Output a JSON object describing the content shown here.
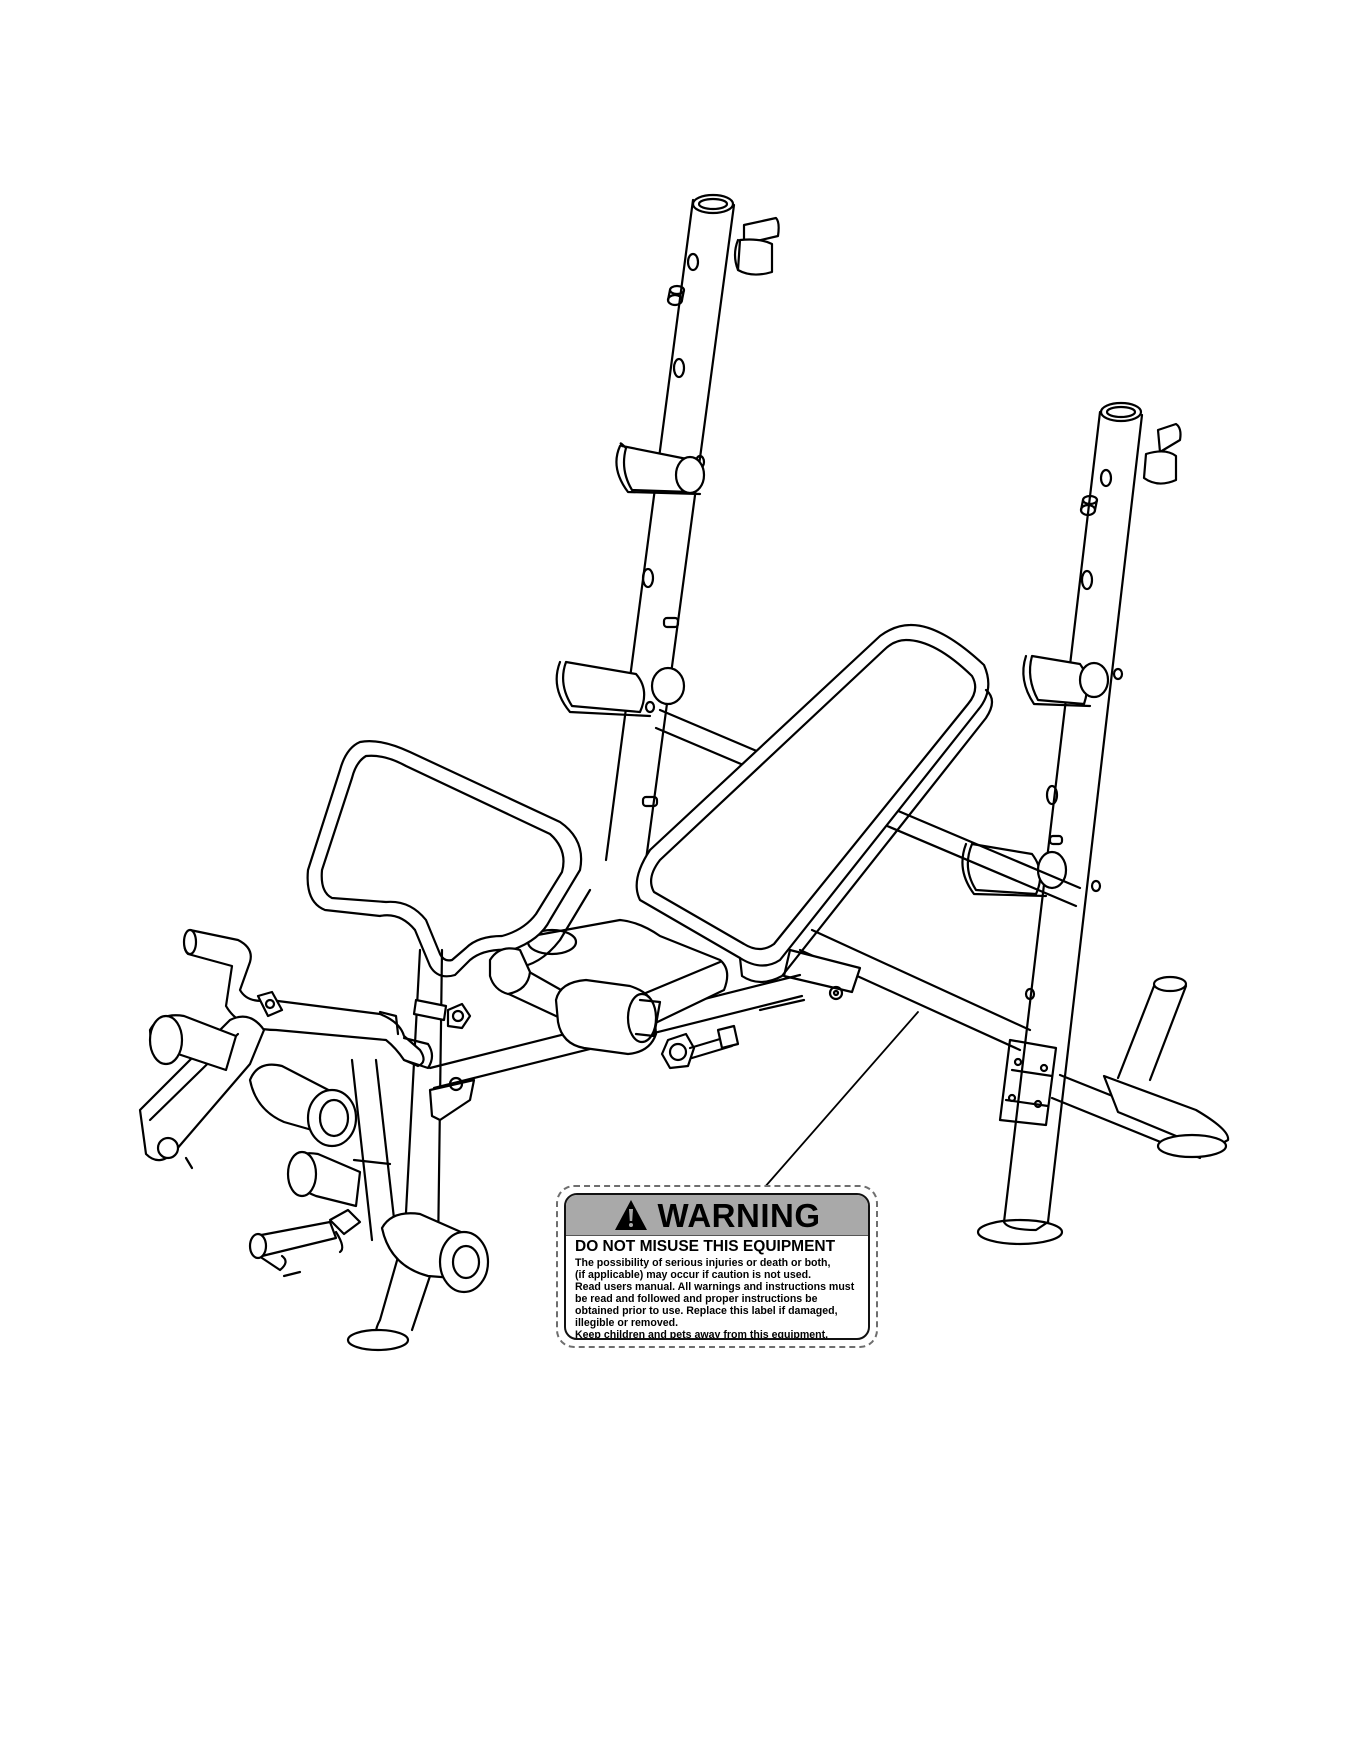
{
  "warning_label": {
    "title": "WARNING",
    "subtitle": "DO NOT MISUSE THIS EQUIPMENT",
    "lines": [
      "The possibility of serious injuries or death or both,",
      "(if applicable) may occur if caution is not used.",
      "Read users manual. All warnings and instructions must",
      "be read and followed and proper instructions be",
      "obtained prior to use. Replace this label if damaged,",
      "illegible or removed.",
      "Keep children and pets away from this equipment."
    ],
    "header_color": "#a9a9a9",
    "icon": "warning-triangle-icon"
  },
  "colors": {
    "line": "#000000",
    "background": "#ffffff"
  }
}
